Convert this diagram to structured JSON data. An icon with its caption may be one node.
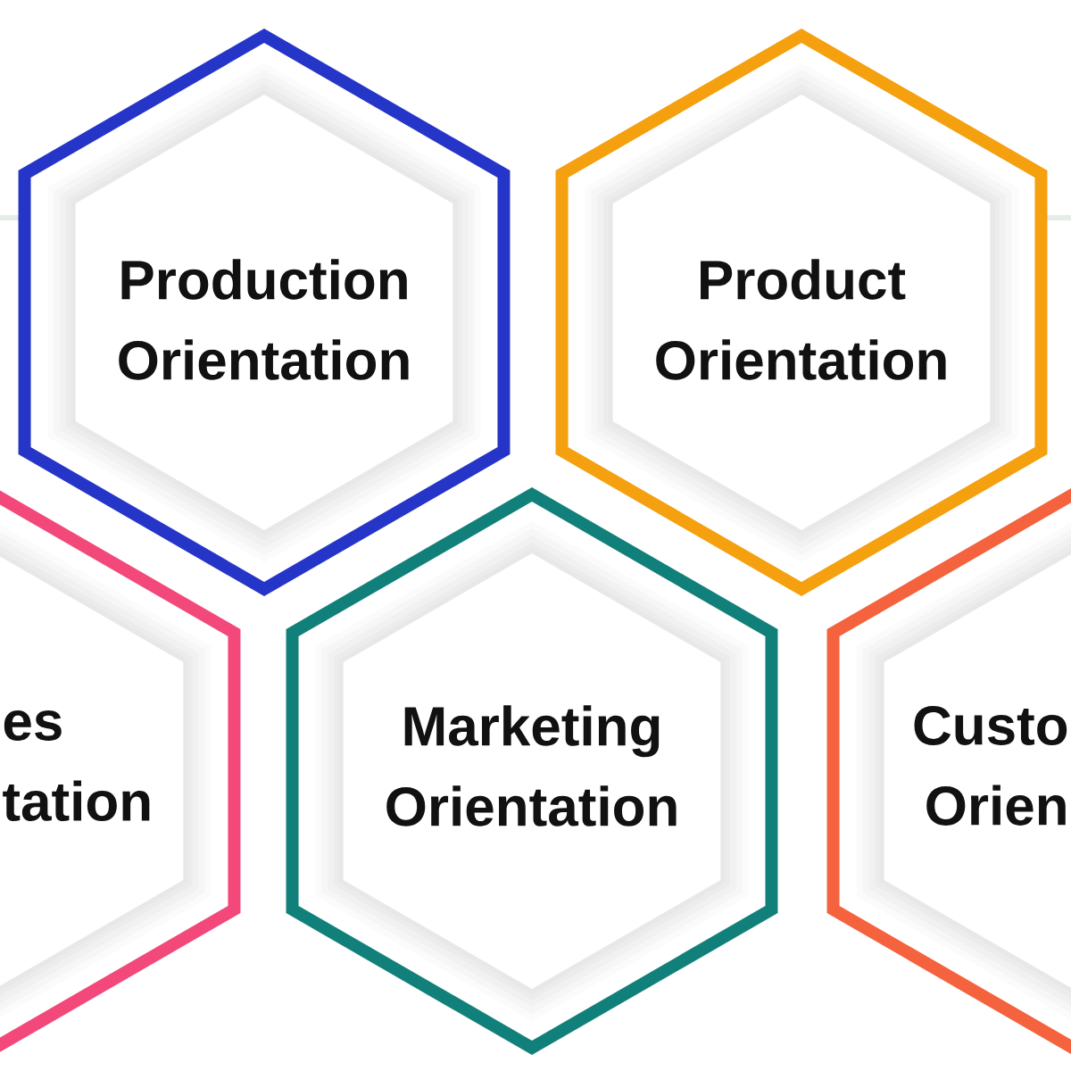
{
  "diagram": {
    "nodes": [
      {
        "text": [
          "Production Orientation"
        ]
      },
      {
        "text": [
          "Product Orientation"
        ]
      },
      {
        "text": [
          "es tation"
        ]
      },
      {
        "text": [
          "Marketing Orientation"
        ]
      },
      {
        "text": [
          "Custo Orien"
        ]
      }
    ]
  }
}
